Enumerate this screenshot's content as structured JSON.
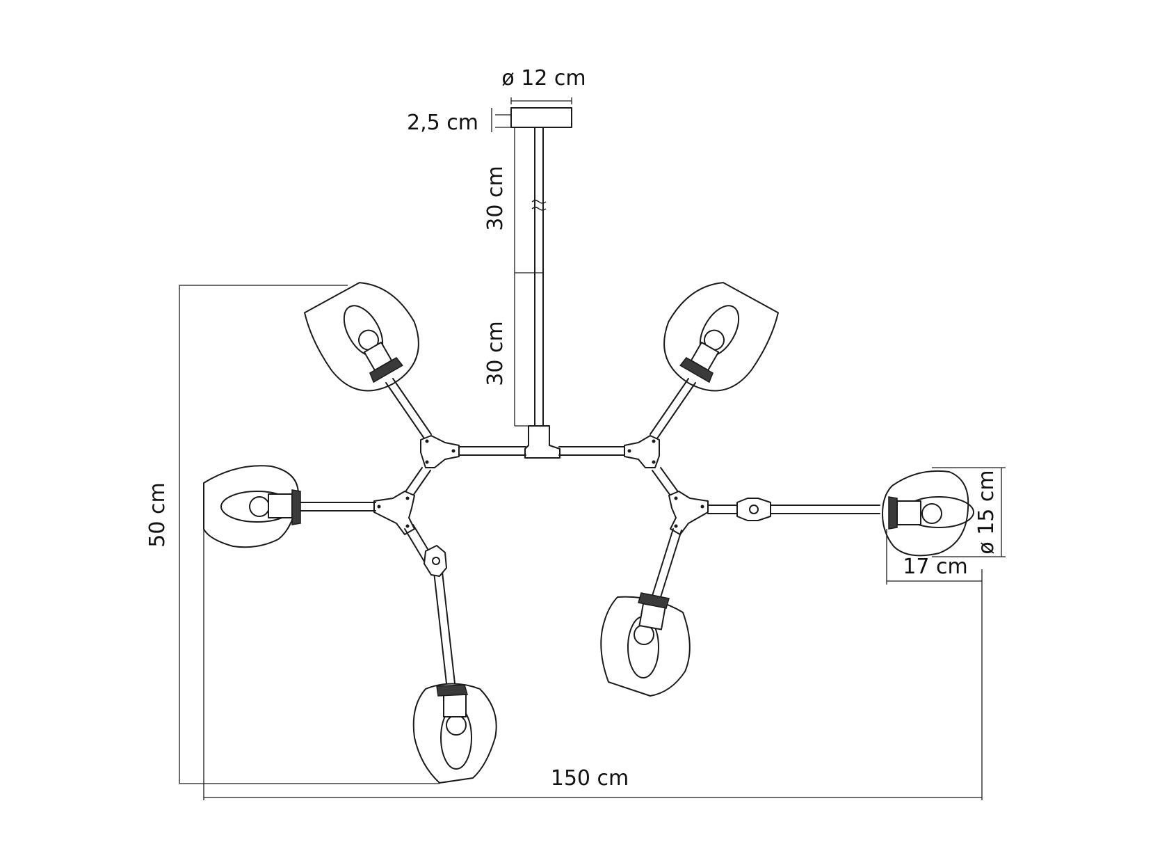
{
  "dimensions": {
    "canopy_diameter": "ø 12 cm",
    "canopy_height": "2,5 cm",
    "rod_upper": "30 cm",
    "rod_lower": "30 cm",
    "overall_height": "50 cm",
    "overall_width": "150 cm",
    "shade_diameter": "ø 15 cm",
    "shade_depth": "17 cm"
  }
}
